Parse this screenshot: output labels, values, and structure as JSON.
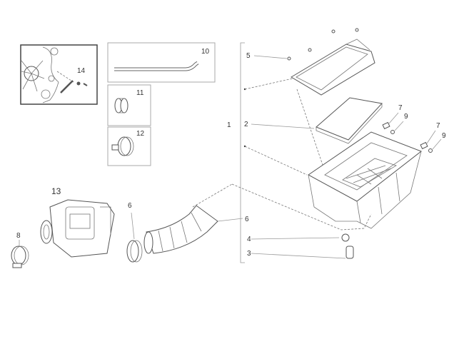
{
  "diagram": {
    "callouts": {
      "c1": "1",
      "c2": "2",
      "c3": "3",
      "c4": "4",
      "c5": "5",
      "c6a": "6",
      "c6b": "6",
      "c7a": "7",
      "c7b": "7",
      "c8": "8",
      "c9a": "9",
      "c9b": "9",
      "c10": "10",
      "c11": "11",
      "c12": "12",
      "c13": "13",
      "c14": "14"
    }
  }
}
